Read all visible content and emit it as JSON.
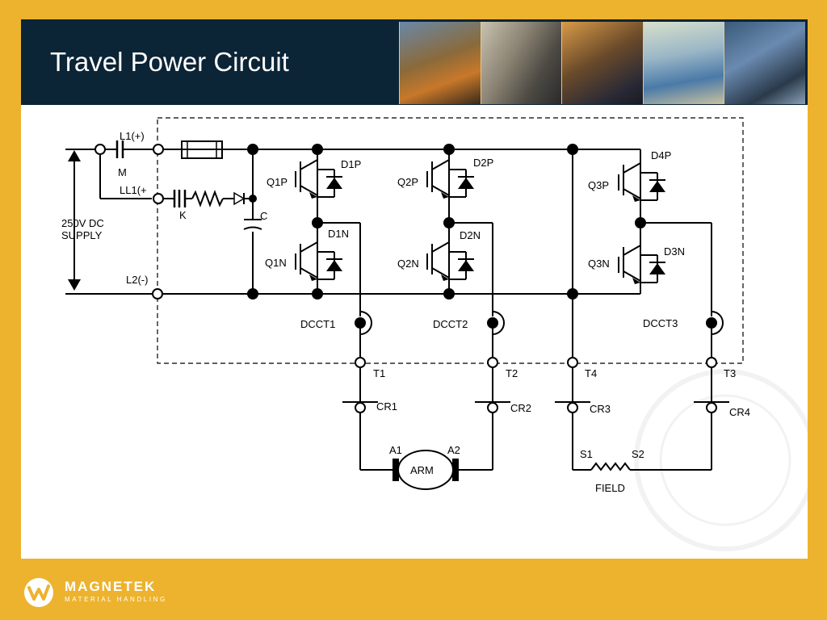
{
  "slide": {
    "title": "Travel Power Circuit"
  },
  "colors": {
    "frame": "#edb32f",
    "header": "#0b2436"
  },
  "photos": [
    "factory-hall-photo",
    "worker-helmet-photo",
    "control-room-photo",
    "motors-lab-photo",
    "crane-hook-photo"
  ],
  "brand": {
    "name": "MAGNETEK",
    "tagline": "MATERIAL HANDLING",
    "icon": "magnetek-logo-icon"
  },
  "diagram": {
    "supply": {
      "line1": "L1(+)",
      "line1b": "LL1(+",
      "line2": "L2(-)",
      "voltage": "250V DC",
      "supply_word": "SUPPLY",
      "contactor_m": "M",
      "contactor_k": "K",
      "capacitor": "C"
    },
    "switches": {
      "q1p": "Q1P",
      "q1n": "Q1N",
      "q2p": "Q2P",
      "q2n": "Q2N",
      "q3p": "Q3P",
      "q3n": "Q3N"
    },
    "diodes": {
      "d1p": "D1P",
      "d1n": "D1N",
      "d2p": "D2P",
      "d2n": "D2N",
      "d3n": "D3N",
      "d4p": "D4P"
    },
    "sensors": {
      "dcct1": "DCCT1",
      "dcct2": "DCCT2",
      "dcct3": "DCCT3"
    },
    "terminals": {
      "t1": "T1",
      "t2": "T2",
      "t3": "T3",
      "t4": "T4"
    },
    "relays": {
      "cr1": "CR1",
      "cr2": "CR2",
      "cr3": "CR3",
      "cr4": "CR4"
    },
    "motor": {
      "arm": "ARM",
      "a1": "A1",
      "a2": "A2"
    },
    "field": {
      "label": "FIELD",
      "s1": "S1",
      "s2": "S2"
    }
  }
}
